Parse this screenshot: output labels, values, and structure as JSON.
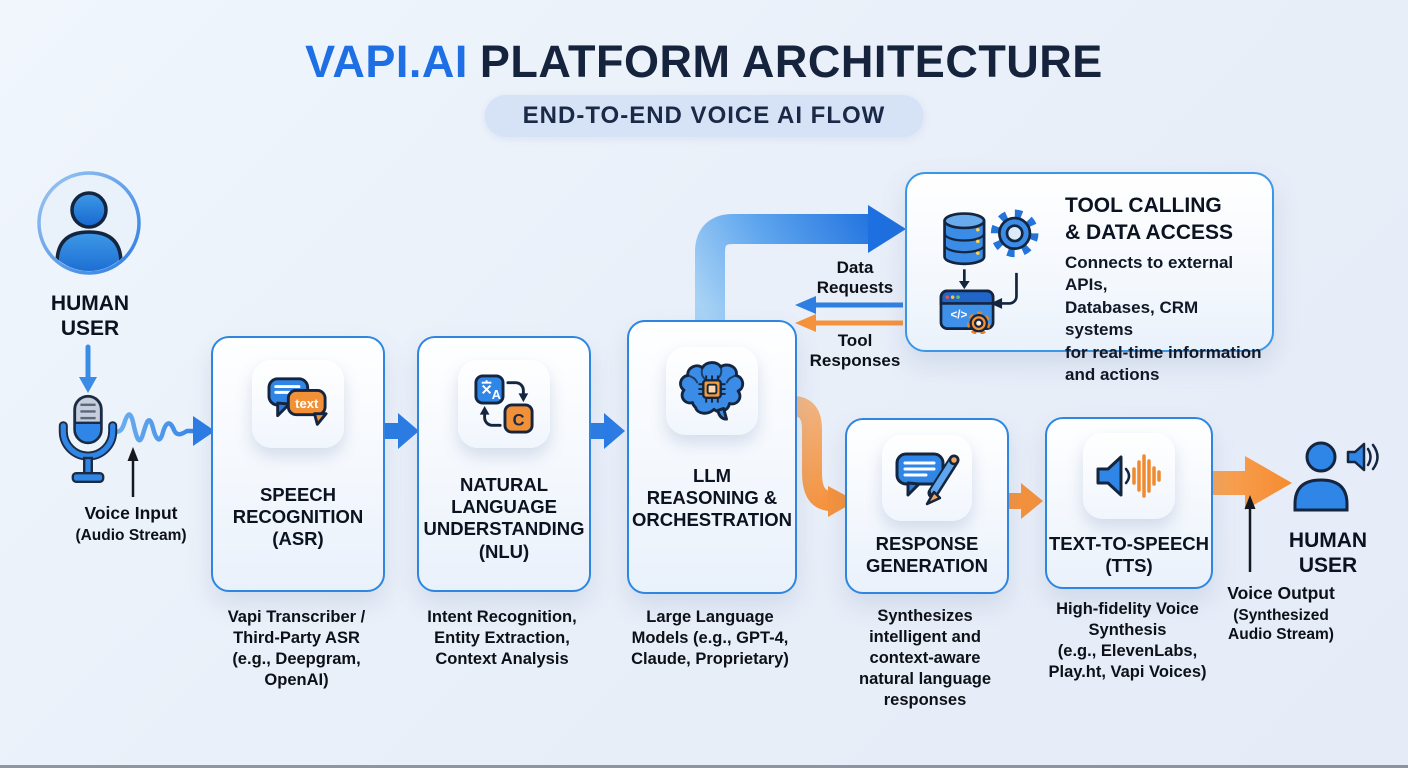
{
  "header": {
    "brand": "VAPI.AI",
    "title": "PLATFORM ARCHITECTURE",
    "subtitle": "END-TO-END VOICE AI FLOW"
  },
  "left_user": {
    "name": "HUMAN\nUSER",
    "voice_input": "Voice Input",
    "voice_input_sub": "(Audio Stream)"
  },
  "right_user": {
    "name": "HUMAN\nUSER",
    "voice_output": "Voice Output",
    "voice_output_sub": "(Synthesized\nAudio Stream)"
  },
  "nodes": {
    "asr": {
      "title": "SPEECH\nRECOGNITION\n(ASR)",
      "caption": "Vapi Transcriber /\nThird-Party ASR\n(e.g., Deepgram,\nOpenAI)"
    },
    "nlu": {
      "title": "NATURAL\nLANGUAGE\nUNDERSTANDING\n(NLU)",
      "caption": "Intent Recognition,\nEntity Extraction,\nContext Analysis"
    },
    "llm": {
      "title": "LLM\nREASONING &\nORCHESTRATION",
      "caption": "Large Language\nModels (e.g., GPT-4,\nClaude, Proprietary)"
    },
    "response": {
      "title": "RESPONSE\nGENERATION",
      "caption": "Synthesizes\nintelligent and\ncontext-aware\nnatural language\nresponses"
    },
    "tts": {
      "title": "TEXT-TO-SPEECH\n(TTS)",
      "caption": "High-fidelity Voice\nSynthesis\n(e.g., ElevenLabs,\nPlay.ht, Vapi Voices)"
    }
  },
  "tool_box": {
    "title": "TOOL CALLING\n& DATA ACCESS",
    "description": "Connects to external APIs,\nDatabases, CRM systems\nfor real-time information\nand actions"
  },
  "edges": {
    "data_requests": "Data\nRequests",
    "tool_responses": "Tool\nResponses"
  },
  "icons": {
    "left_user": "person-circle-icon",
    "input": "microphone-icon",
    "asr": "chat-text-icon",
    "nlu": "translate-icon",
    "llm": "brain-chip-icon",
    "tools": "database-gear-api-icon",
    "response": "chat-pen-icon",
    "tts": "speaker-wave-icon",
    "right_user": "person-speaking-icon"
  },
  "colors": {
    "primary_blue": "#2b7ce5",
    "accent_orange": "#f5923c",
    "navy": "#16233d",
    "pill_bg": "#d6e3f7",
    "background": "#eaf0f9"
  }
}
